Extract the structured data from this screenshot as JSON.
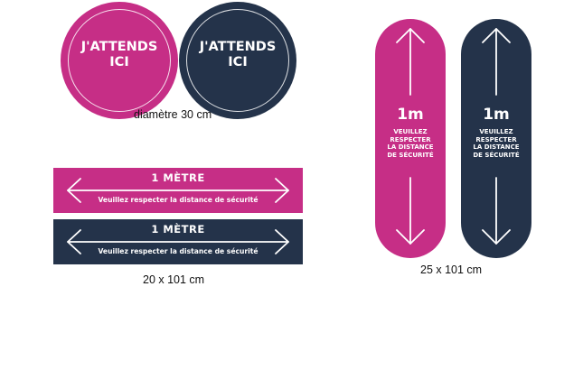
{
  "colors": {
    "pink": "#c62e86",
    "navy": "#24334a",
    "text": "#111111"
  },
  "circles": [
    {
      "line1": "J'ATTENDS",
      "line2": "ICI"
    },
    {
      "line1": "J'ATTENDS",
      "line2": "ICI"
    }
  ],
  "circle_caption": "diamètre 30 cm",
  "bands": [
    {
      "title": "1 MÈTRE",
      "subtitle": "Veuillez respecter la distance de sécurité"
    },
    {
      "title": "1 MÈTRE",
      "subtitle": "Veuillez respecter la distance de sécurité"
    }
  ],
  "band_caption": "20 x 101 cm",
  "pills": [
    {
      "title": "1m",
      "text": "VEUILLEZ\nRESPECTER\nLA DISTANCE\nDE SÉCURITÉ"
    },
    {
      "title": "1m",
      "text": "VEUILLEZ\nRESPECTER\nLA DISTANCE\nDE SÉCURITÉ"
    }
  ],
  "pill_caption": "25 x 101 cm",
  "icons": [
    "double-arrow-horizontal-icon",
    "double-arrow-vertical-icon"
  ]
}
